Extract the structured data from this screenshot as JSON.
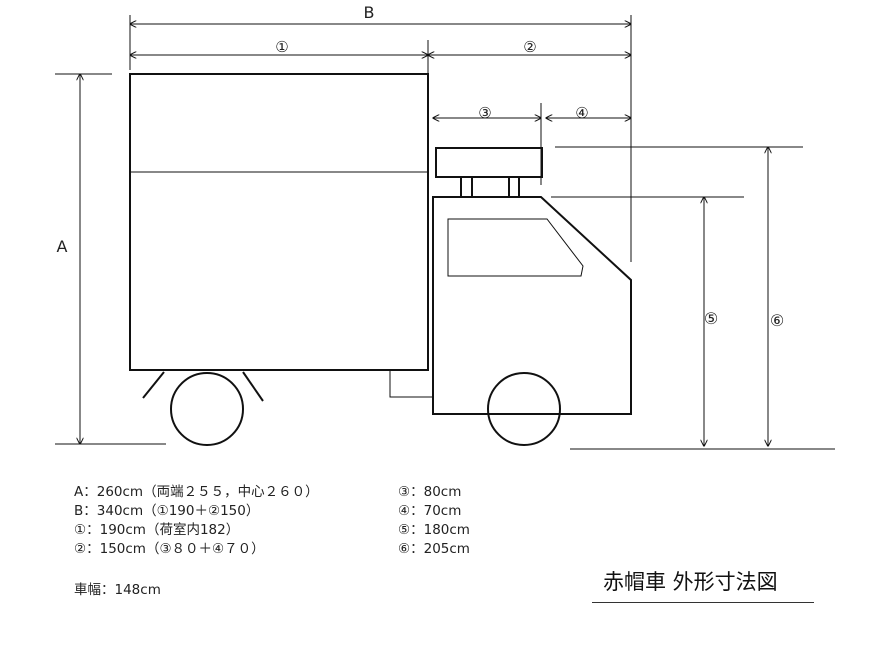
{
  "dimension_labels": {
    "A": "A",
    "B": "B",
    "d1": "①",
    "d2": "②",
    "d3": "③",
    "d4": "④",
    "d5": "⑤",
    "d6": "⑥"
  },
  "specs_left": [
    "A：260cm（両端２５５，中心２６０）",
    "B：340cm（①190＋②150）",
    "①：190cm（荷室内182）",
    "②：150cm（③８０＋④７０）"
  ],
  "specs_right": [
    "③：80cm",
    "④：70cm",
    "⑤：180cm",
    "⑥：205cm"
  ],
  "vehicle_width": "車幅：148cm",
  "drawing_title": "赤帽車 外形寸法図"
}
